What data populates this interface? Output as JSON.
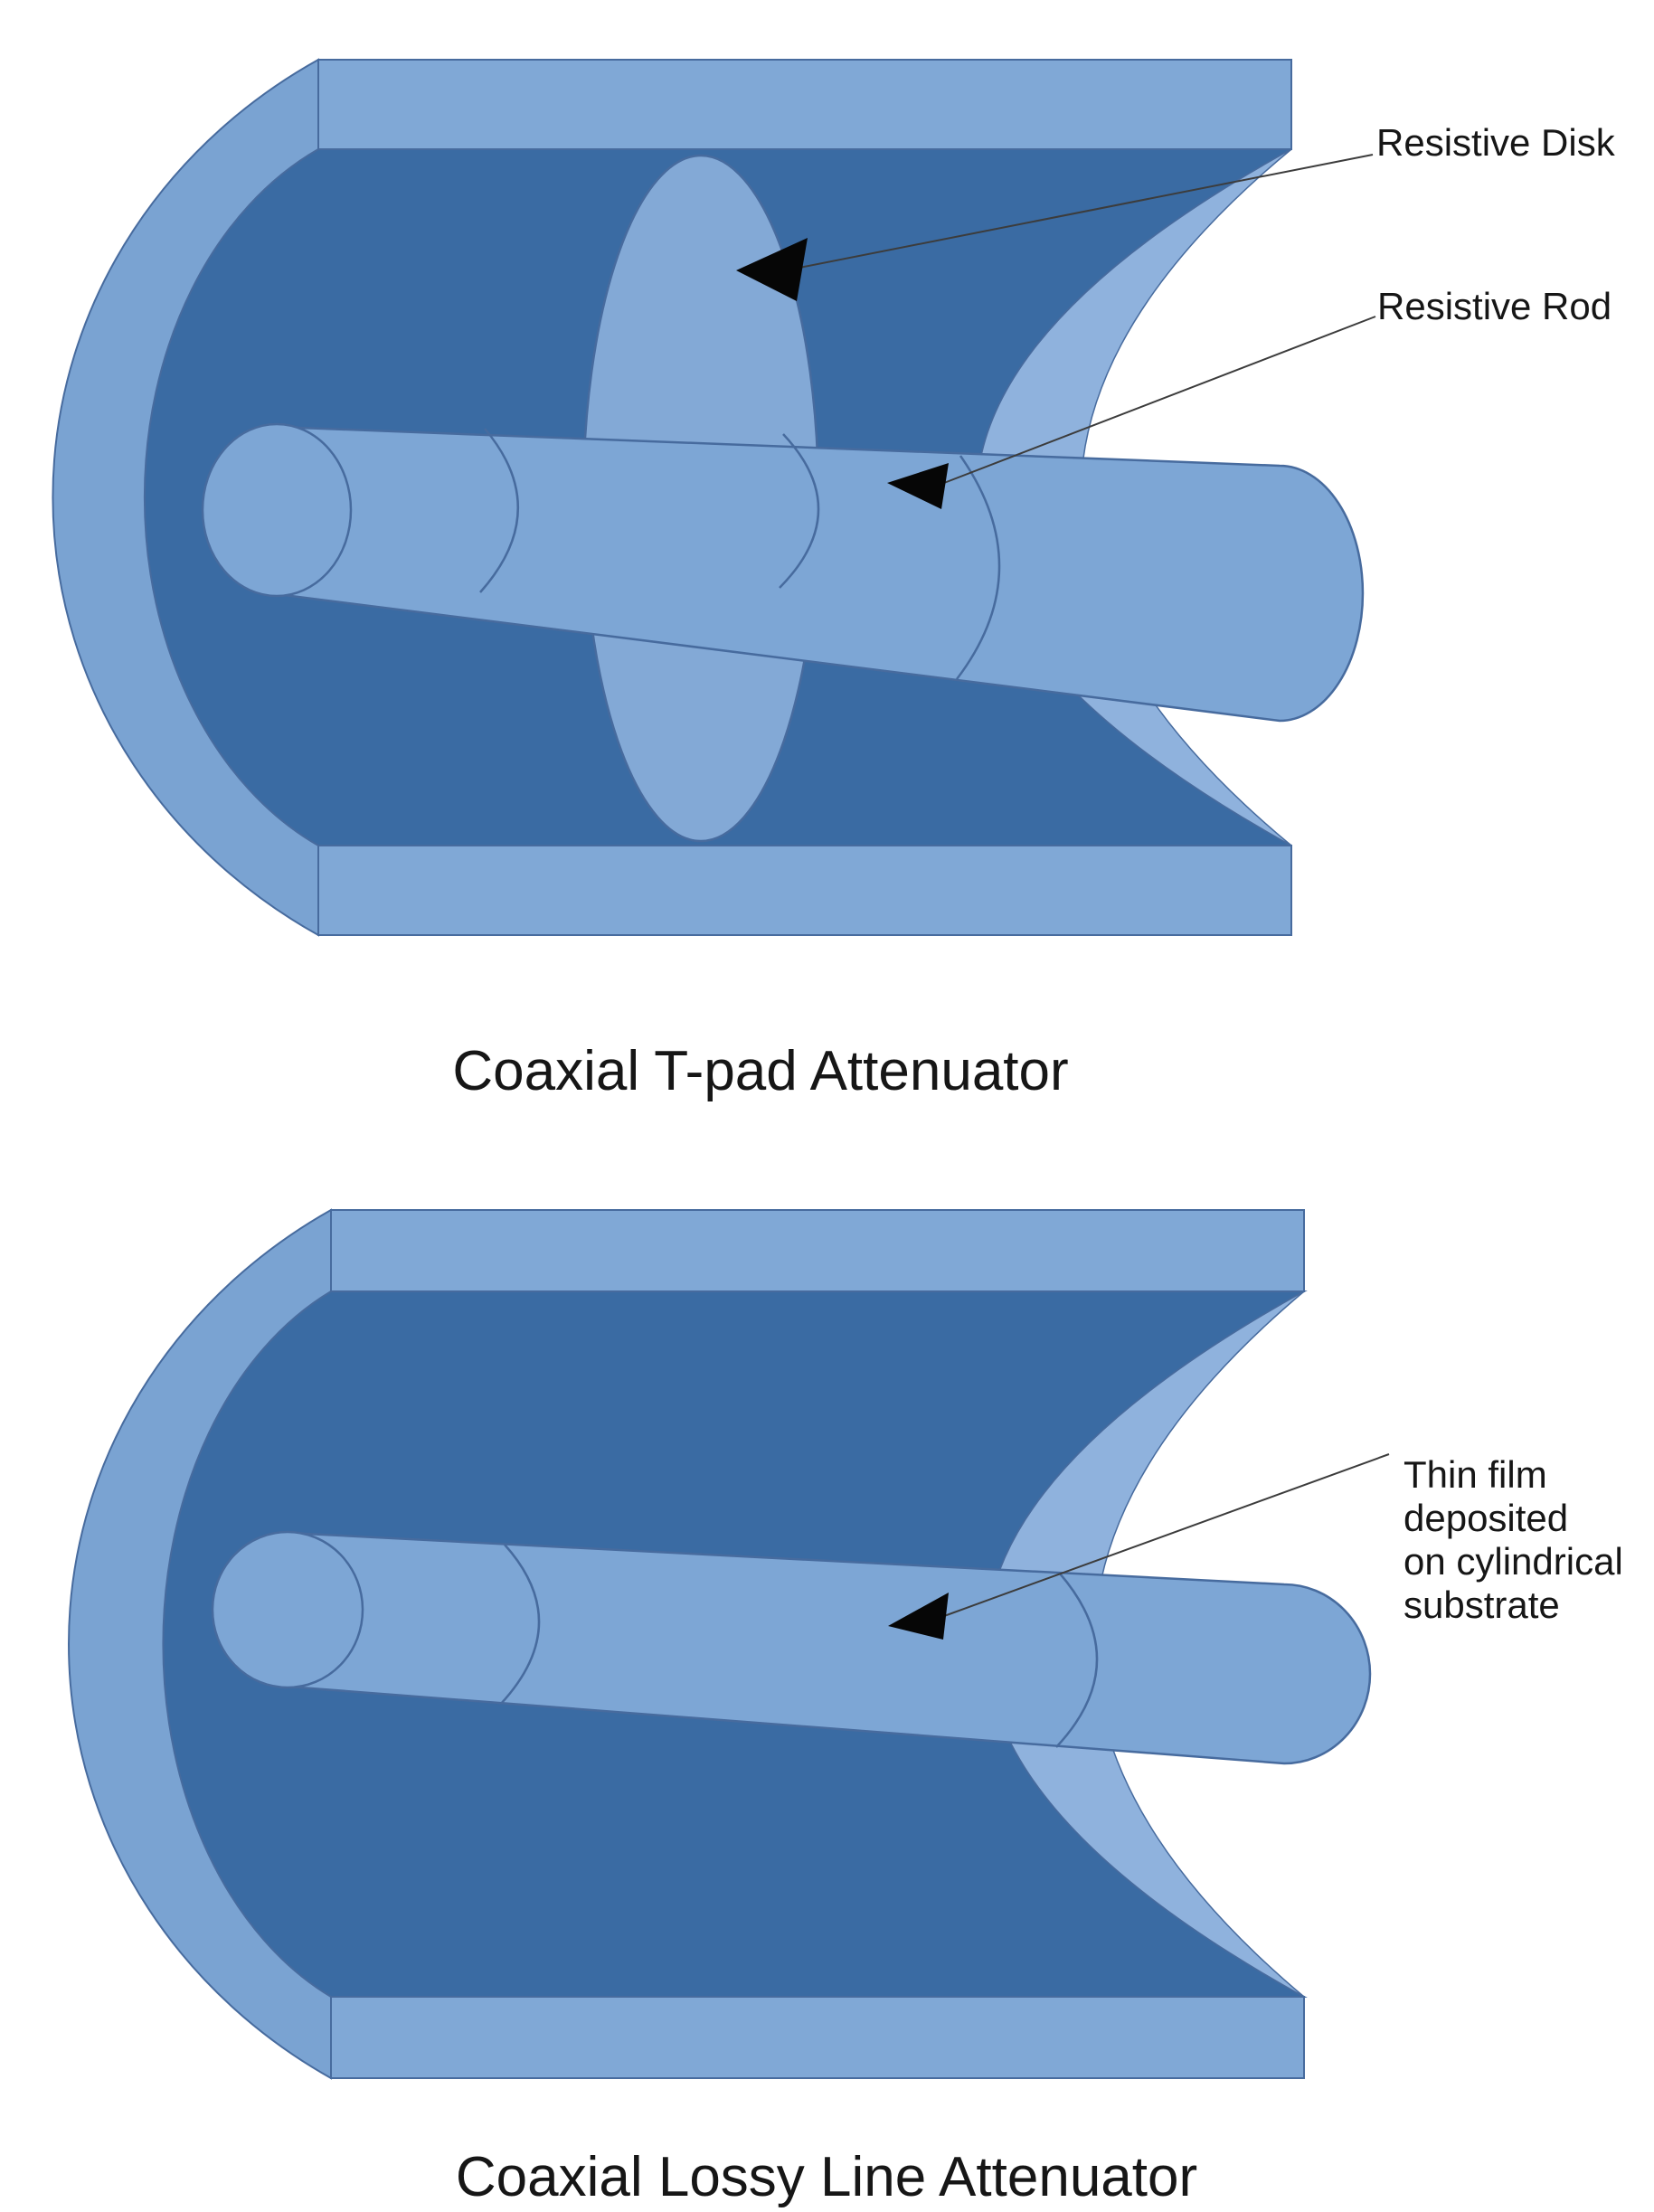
{
  "top_figure": {
    "caption": "Coaxial T-pad Attenuator",
    "label_disk": "Resistive Disk",
    "label_rod": "Resistive Rod"
  },
  "bottom_figure": {
    "caption": "Coaxial Lossy Line Attenuator",
    "label_film_lines": [
      "Thin film",
      "deposited",
      "on cylindrical",
      "substrate"
    ]
  },
  "colors": {
    "shell_light": "#7aa3d2",
    "wall_light": "#80a8d6",
    "rod_light": "#7da6d5",
    "disk_light": "#83a9d6",
    "open_end_light": "#8fb2dd",
    "interior_dark": "#3a6ba3",
    "outline": "#476b9e",
    "leader": "#3c3c3c",
    "arrow": "#060606",
    "text": "#161616"
  }
}
